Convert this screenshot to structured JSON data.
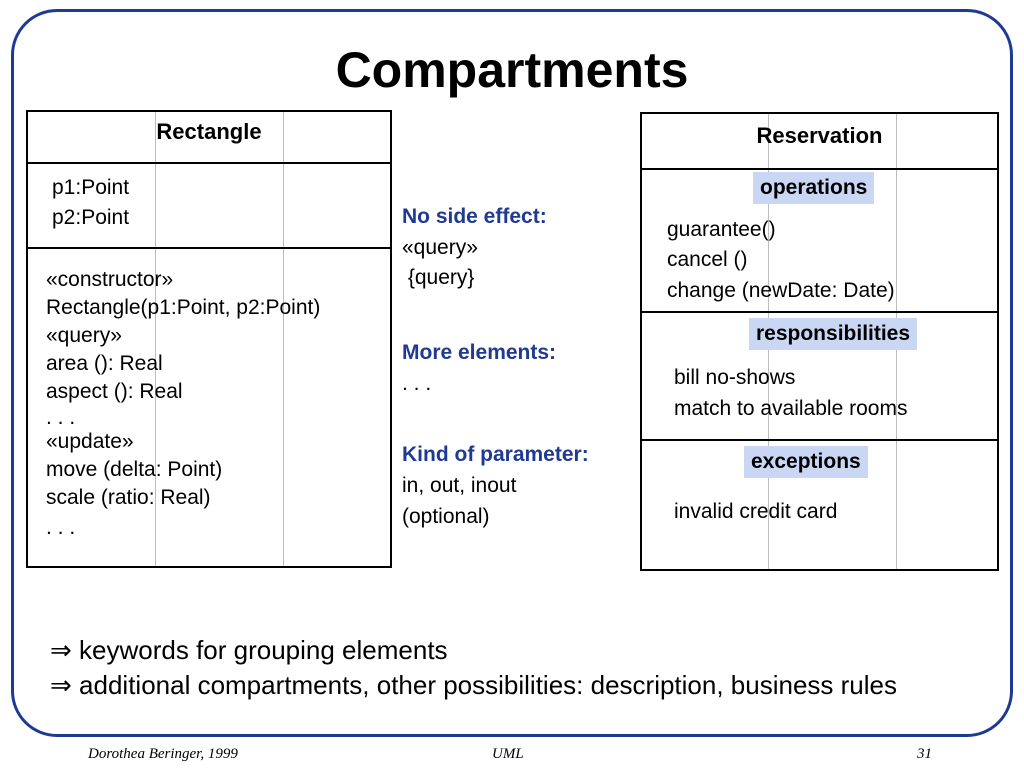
{
  "slide": {
    "title": "Compartments"
  },
  "rectangle_class": {
    "name": "Rectangle",
    "attributes": [
      "p1:Point",
      "p2:Point"
    ],
    "operations": [
      "«constructor»",
      "Rectangle(p1:Point, p2:Point)",
      "«query»",
      "area (): Real",
      "aspect (): Real",
      ". . .",
      "«update»",
      "move (delta: Point)",
      "scale (ratio: Real)",
      ". . ."
    ]
  },
  "notes": {
    "side_effect": {
      "heading": "No side effect:",
      "lines": [
        "«query»",
        " {query}"
      ]
    },
    "more_elements": {
      "heading": "More elements:",
      "lines": [
        ". . ."
      ]
    },
    "kind_of_parameter": {
      "heading": "Kind of parameter:",
      "lines": [
        "in, out, inout",
        "(optional)"
      ]
    }
  },
  "reservation_class": {
    "name": "Reservation",
    "operations_keyword": "operations",
    "operations": [
      "guarantee()",
      "cancel ()",
      "change (newDate: Date)"
    ],
    "responsibilities_keyword": "responsibilities",
    "responsibilities": [
      "bill no-shows",
      "match to available rooms"
    ],
    "exceptions_keyword": "exceptions",
    "exceptions": [
      "invalid credit card"
    ]
  },
  "bullets": {
    "symbol": "⇒",
    "items": [
      "keywords for grouping elements",
      "additional compartments, other possibilities: description, business rules"
    ]
  },
  "footer": {
    "author": "Dorothea Beringer, 1999",
    "subject": "UML",
    "page": "31"
  },
  "colors": {
    "frame": "#1f3a93",
    "accent_text": "#1f3a93",
    "keyword_bg": "#c9d7f5"
  }
}
